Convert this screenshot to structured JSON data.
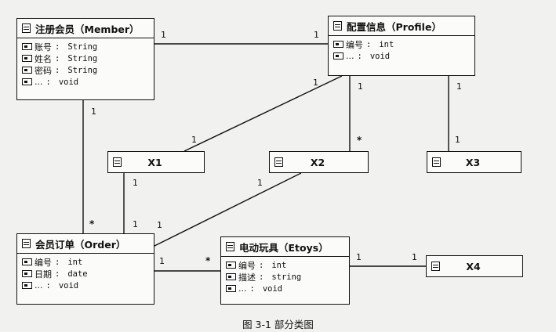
{
  "classes": {
    "member": {
      "title": "注册会员（Member）",
      "attrs": [
        {
          "name": "账号",
          "sep": ":",
          "type": "String"
        },
        {
          "name": "姓名",
          "sep": ":",
          "type": "String"
        },
        {
          "name": "密码",
          "sep": ":",
          "type": "String"
        },
        {
          "name": "...",
          "sep": ":",
          "type": "void"
        }
      ]
    },
    "profile": {
      "title": "配置信息（Profile）",
      "attrs": [
        {
          "name": "编号",
          "sep": ":",
          "type": "int"
        },
        {
          "name": "...",
          "sep": ":",
          "type": "void"
        }
      ]
    },
    "order": {
      "title": "会员订单（Order）",
      "attrs": [
        {
          "name": "编号",
          "sep": ":",
          "type": "int"
        },
        {
          "name": "日期",
          "sep": ":",
          "type": "date"
        },
        {
          "name": "...",
          "sep": ":",
          "type": "void"
        }
      ]
    },
    "etoys": {
      "title": "电动玩具（Etoys）",
      "attrs": [
        {
          "name": "编号",
          "sep": ":",
          "type": "int"
        },
        {
          "name": "描述",
          "sep": ":",
          "type": "string"
        },
        {
          "name": "...",
          "sep": ":",
          "type": "void"
        }
      ]
    },
    "x1": {
      "title": "X1"
    },
    "x2": {
      "title": "X2"
    },
    "x3": {
      "title": "X3"
    },
    "x4": {
      "title": "X4"
    }
  },
  "multiplicities": {
    "member_profile_a": "1",
    "member_profile_b": "1",
    "member_order_a": "1",
    "member_order_b": "*",
    "profile_x1_a": "1",
    "profile_x1_b": "1",
    "profile_x2_a": "1",
    "profile_x2_b": "*",
    "profile_x3_a": "1",
    "profile_x3_b": "1",
    "x1_order_a": "1",
    "x1_order_b": "1",
    "x2_order_a": "1",
    "x2_order_b": "1",
    "order_etoys_a": "1",
    "order_etoys_b": "*",
    "etoys_x4_a": "1",
    "etoys_x4_b": "1"
  },
  "caption": "图 3-1 部分类图"
}
